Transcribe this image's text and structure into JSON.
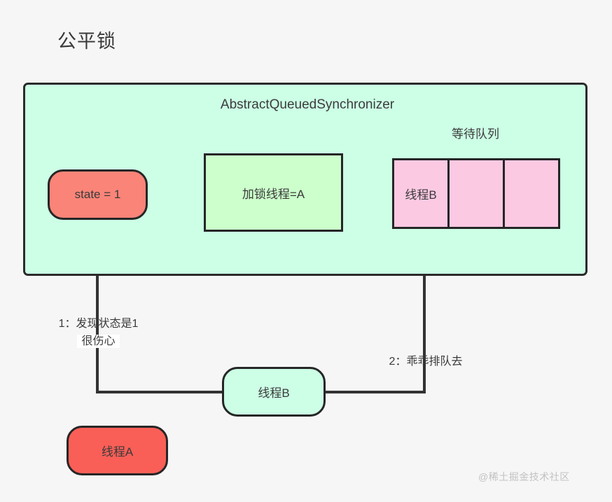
{
  "page": {
    "title": "公平锁",
    "background_color": "#f6f6f6",
    "watermark": "@稀土掘金技术社区"
  },
  "aqs": {
    "title": "AbstractQueuedSynchronizer",
    "fill_color": "#ccffe6",
    "border_color": "#262626",
    "state_node": {
      "label": "state = 1",
      "fill_color": "#fa8478"
    },
    "lock_thread_box": {
      "label": "加锁线程=A",
      "fill_color": "#ccffcc"
    },
    "queue": {
      "label": "等待队列",
      "cell_fill_color": "#fcc9e3",
      "cells": [
        {
          "label": "线程B"
        },
        {
          "label": ""
        },
        {
          "label": ""
        }
      ]
    }
  },
  "nodes": {
    "thread_b": {
      "label": "线程B",
      "fill_color": "#ccffe6"
    },
    "thread_a": {
      "label": "线程A",
      "fill_color": "#fa5f57"
    }
  },
  "edges": [
    {
      "id": "edge-1",
      "label_prefix": "1：发现状态是1",
      "label_suffix": "很伤心",
      "from": "thread_b",
      "to": "state_node"
    },
    {
      "id": "edge-2",
      "label": "2：乖乖排队去",
      "from": "thread_b",
      "to": "queue_cell_1"
    }
  ]
}
